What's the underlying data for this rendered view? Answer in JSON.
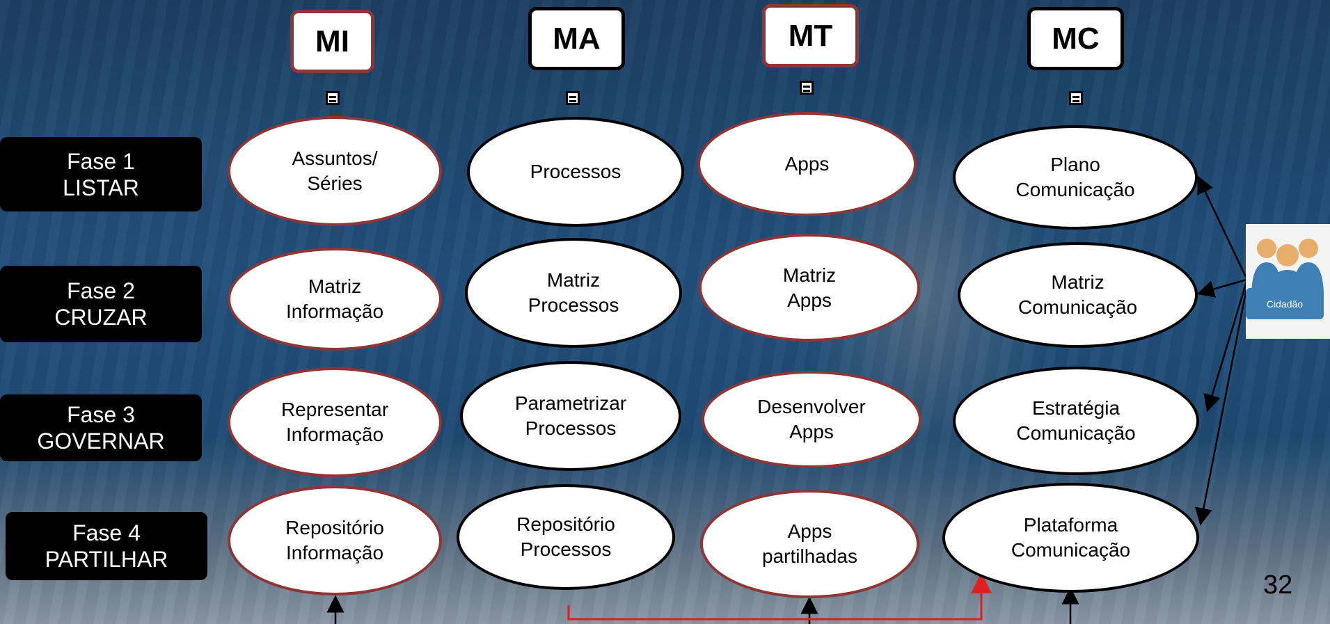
{
  "columns": [
    "MI",
    "MA",
    "MT",
    "MC"
  ],
  "phases": [
    {
      "line1": "Fase 1",
      "line2": "LISTAR"
    },
    {
      "line1": "Fase 2",
      "line2": "CRUZAR"
    },
    {
      "line1": "Fase 3",
      "line2": "GOVERNAR"
    },
    {
      "line1": "Fase 4",
      "line2": "PARTILHAR"
    }
  ],
  "nodes": {
    "mi": [
      [
        "Assuntos/",
        "Séries"
      ],
      [
        "Matriz",
        "Informação"
      ],
      [
        "Representar",
        "Informação"
      ],
      [
        "Repositório",
        "Informação"
      ]
    ],
    "ma": [
      [
        "Processos",
        ""
      ],
      [
        "Matriz",
        "Processos"
      ],
      [
        "Parametrizar",
        "Processos"
      ],
      [
        "Repositório",
        "Processos"
      ]
    ],
    "mt": [
      [
        "Apps",
        ""
      ],
      [
        "Matriz",
        "Apps"
      ],
      [
        "Desenvolver",
        "Apps"
      ],
      [
        "Apps",
        "partilhadas"
      ]
    ],
    "mc": [
      [
        "Plano",
        "Comunicação"
      ],
      [
        "Matriz",
        "Comunicação"
      ],
      [
        "Estratégia",
        "Comunicação"
      ],
      [
        "Plataforma",
        "Comunicação"
      ]
    ]
  },
  "citizen": {
    "label": "Cidadão",
    "icon": "people-group-icon"
  },
  "page_number": "32",
  "colors": {
    "red_border": "#8e3535",
    "connector_red": "#e02020",
    "citizen_blue": "#3e7fb5"
  }
}
